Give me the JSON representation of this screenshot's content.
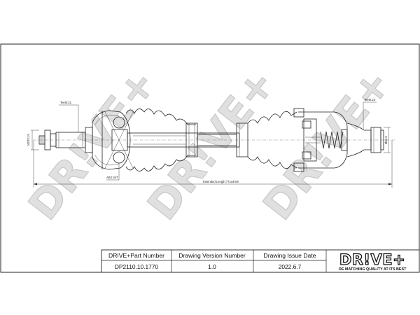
{
  "watermark": "DR!VE+",
  "annotations": {
    "teeth_left": "Teeth:21",
    "teeth_right": "Teeth:23",
    "abs_ring": "ABS:44T",
    "extended_length": "Extended Length:772±4mm",
    "thread_left": "M20X1.5",
    "diameter_right": "Ø30.3"
  },
  "title_block": {
    "headers": [
      "DRIVE+Part Number",
      "Drawing Version Number",
      "Drawing Issue Date"
    ],
    "values": [
      "DP2110.10.1770",
      "1.0",
      "2022.6.7"
    ],
    "logo_text": "DR!VE+",
    "logo_tagline": "OE MATCHING QUALITY AT ITS BEST"
  }
}
